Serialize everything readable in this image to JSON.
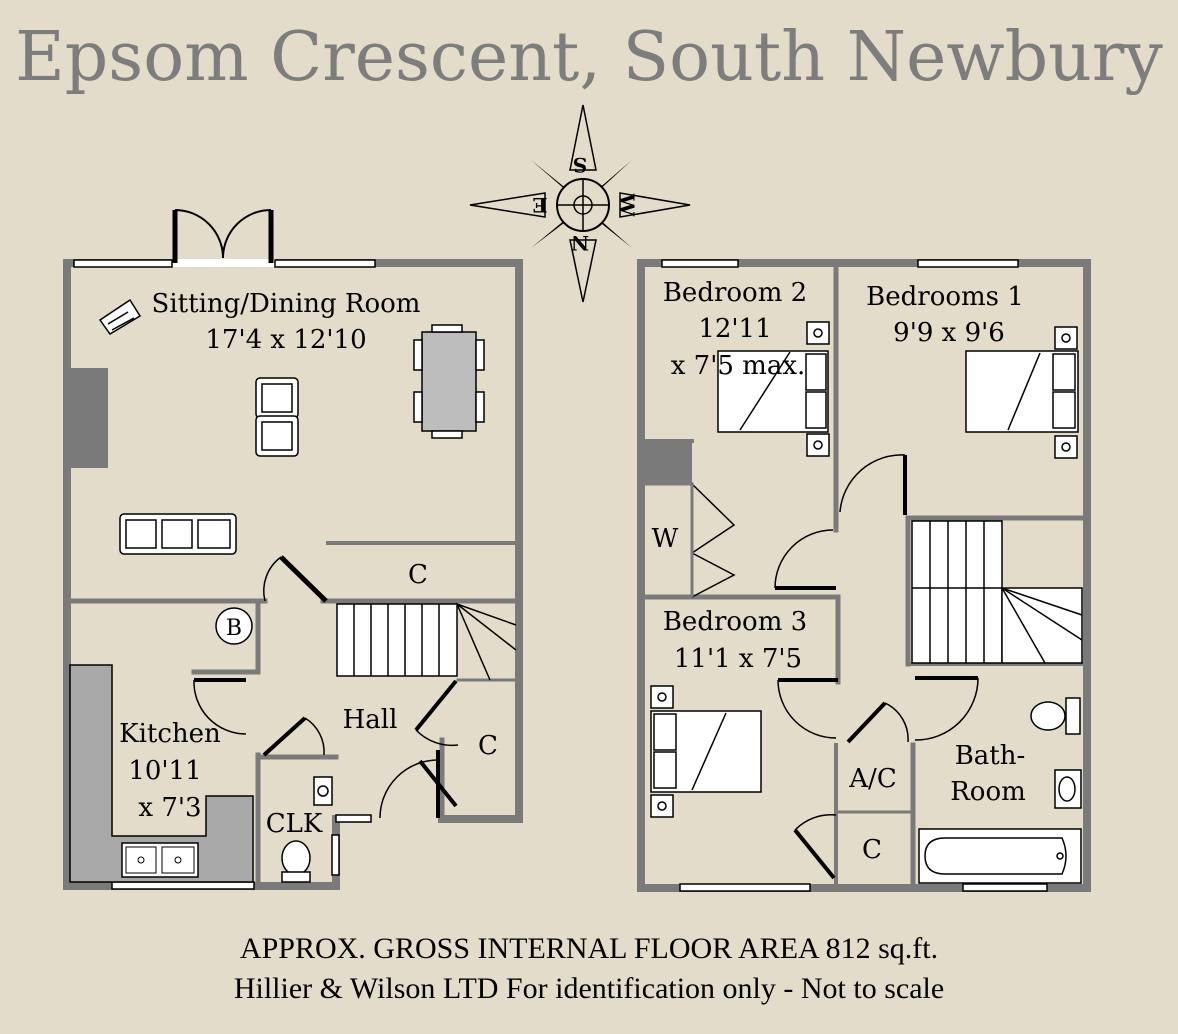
{
  "title": "Epsom Crescent, South Newbury",
  "compass": {
    "n": "N",
    "s": "S",
    "e": "E",
    "w": "W"
  },
  "ground_floor": {
    "sitting_dining": {
      "name": "Sitting/Dining Room",
      "dims": "17'4 x 12'10"
    },
    "cupboard_1": "C",
    "boiler": "B",
    "kitchen": {
      "name": "Kitchen",
      "dims_1": "10'11",
      "dims_2": "x 7'3"
    },
    "hall": "Hall",
    "cupboard_2": "C",
    "clk": "CLK"
  },
  "first_floor": {
    "bedroom_2": {
      "name": "Bedroom 2",
      "dims_1": "12'11",
      "dims_2": "x 7'5 max."
    },
    "bedroom_1": {
      "name": "Bedrooms 1",
      "dims": "9'9 x 9'6"
    },
    "wardrobe": "W",
    "bedroom_3": {
      "name": "Bedroom 3",
      "dims": "11'1 x 7'5"
    },
    "airing_cupboard": "A/C",
    "cupboard": "C",
    "bathroom": {
      "line_1": "Bath-",
      "line_2": "Room"
    }
  },
  "footer": {
    "area": "APPROX. GROSS INTERNAL FLOOR AREA 812 sq.ft.",
    "disclaimer": "Hillier & Wilson LTD For identification only - Not to scale"
  }
}
